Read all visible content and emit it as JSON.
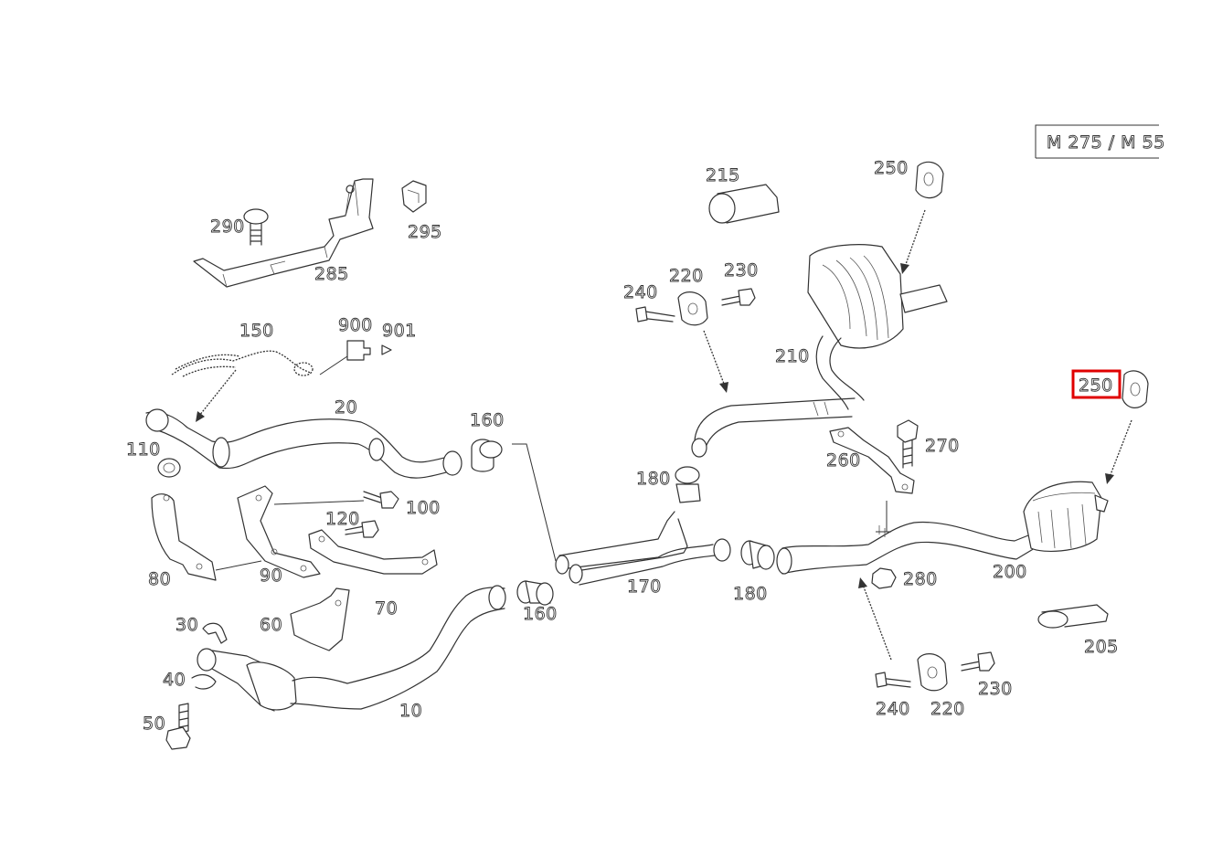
{
  "model_label": "M 275 / M 55",
  "highlighted_part": "250",
  "part_labels": {
    "p10": "10",
    "p20": "20",
    "p30": "30",
    "p40": "40",
    "p50": "50",
    "p60": "60",
    "p70": "70",
    "p80": "80",
    "p90": "90",
    "p100": "100",
    "p110": "110",
    "p120": "120",
    "p150": "150",
    "p160a": "160",
    "p160b": "160",
    "p170": "170",
    "p180a": "180",
    "p180b": "180",
    "p200": "200",
    "p205": "205",
    "p210": "210",
    "p215": "215",
    "p220a": "220",
    "p220b": "220",
    "p230a": "230",
    "p230b": "230",
    "p240a": "240",
    "p240b": "240",
    "p250a": "250",
    "p250b": "250",
    "p260": "260",
    "p270": "270",
    "p280": "280",
    "p285": "285",
    "p290": "290",
    "p295": "295",
    "p900": "900",
    "p901": "901"
  },
  "colors": {
    "line": "#333333",
    "highlight": "#e00000",
    "background": "#ffffff"
  }
}
